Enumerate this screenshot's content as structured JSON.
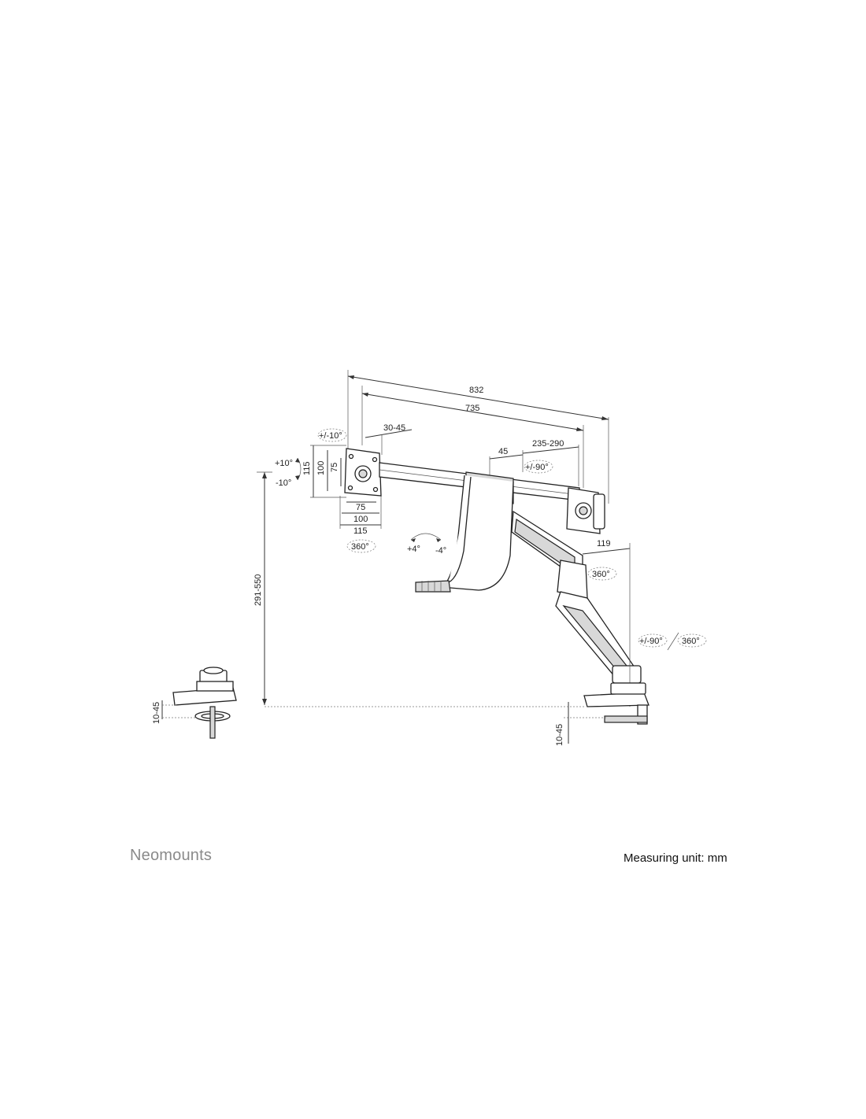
{
  "brand": "Neomounts",
  "measuring_unit": "Measuring unit: mm",
  "dimensions": {
    "total_width": "832",
    "inner_width": "735",
    "vesa_offset": "30-45",
    "center_offset": "45",
    "arm_extension": "235-290",
    "arm_depth": "119",
    "height_range": "291-550",
    "desk_thickness_left": "10-45",
    "desk_thickness_right": "10-45",
    "vesa_v_115": "115",
    "vesa_v_100": "100",
    "vesa_v_75": "75",
    "vesa_h_75": "75",
    "vesa_h_100": "100",
    "vesa_h_115": "115"
  },
  "angles": {
    "tilt_up": "+10°",
    "tilt_down": "-10°",
    "rotate_small": "+/-10°",
    "swivel_mount": "360°",
    "arm_swivel": "+/-90°",
    "handle_plus": "+4°",
    "handle_minus": "-4°",
    "joint_rotation": "360°",
    "base_swivel": "+/-90°",
    "base_rotation": "360°"
  }
}
